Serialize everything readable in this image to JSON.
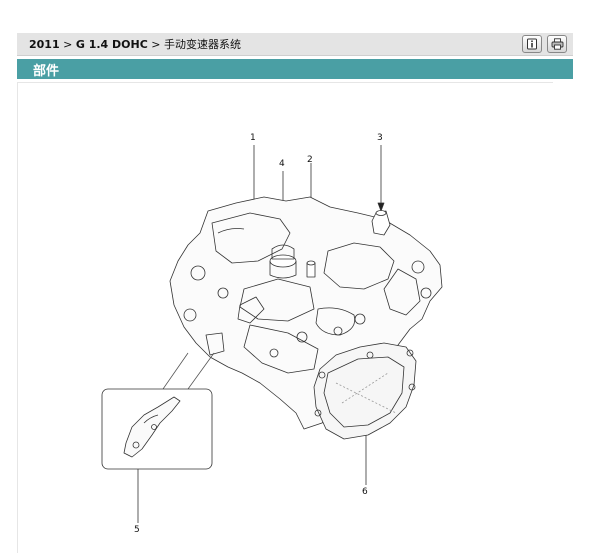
{
  "breadcrumb": {
    "year": "2011",
    "separator": ">",
    "model": "G 1.4 DOHC",
    "system": "手动变速器系统"
  },
  "toolbar": {
    "info_icon": "info-icon",
    "print_icon": "print-icon"
  },
  "section": {
    "title": "部件"
  },
  "figure": {
    "callouts": [
      "1",
      "2",
      "3",
      "4",
      "5",
      "6"
    ]
  },
  "colors": {
    "section_bar": "#4a9fa4",
    "breadcrumb_bar": "#e4e4e4"
  }
}
